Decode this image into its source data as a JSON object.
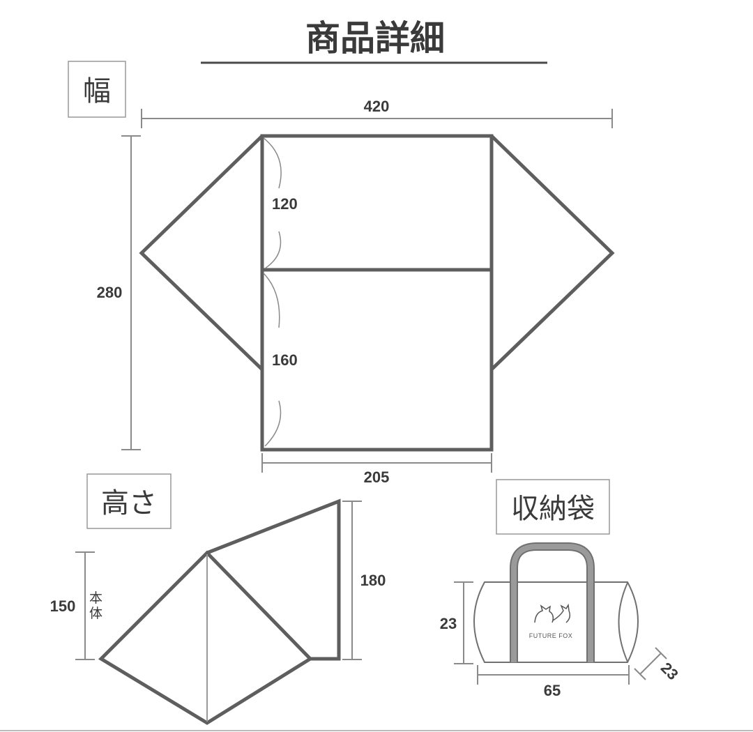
{
  "title": "商品詳細",
  "width_section": {
    "label": "幅",
    "total_width": "420",
    "total_depth": "280",
    "front_depth": "120",
    "inner_depth": "160",
    "inner_width": "205"
  },
  "height_section": {
    "label": "高さ",
    "body_label": "本体",
    "body_height": "150",
    "total_height": "180"
  },
  "bag_section": {
    "label": "収納袋",
    "height": "23",
    "length": "65",
    "depth": "23",
    "logo_text": "FUTURE FOX"
  }
}
